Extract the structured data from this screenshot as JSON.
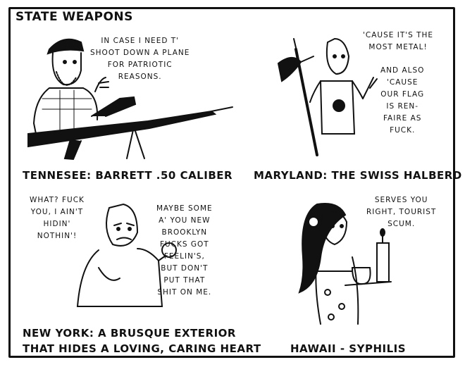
{
  "comic": {
    "title": "STATE WEAPONS",
    "panels": [
      {
        "caption": "TENNESEE: BARRETT .50 CALIBER",
        "speech": "IN CASE I NEED T'\nSHOOT DOWN A PLANE\nFOR PATRIOTIC\nREASONS."
      },
      {
        "caption": "MARYLAND: THE SWISS HALBERD",
        "speech_1": "'CAUSE IT'S THE\nMOST METAL!",
        "speech_2": "AND ALSO\n'CAUSE\nOUR FLAG\nIS REN-\nFAIRE AS\nFUCK."
      },
      {
        "caption": "NEW YORK: A BRUSQUE EXTERIOR\nTHAT HIDES A LOVING, CARING HEART",
        "speech_1": "WHAT? FUCK\nYOU, I AIN'T\nHIDIN'\nNOTHIN'!",
        "speech_2": "MAYBE SOME\nA' YOU NEW\nBROOKLYN\nFUCKS GOT\nFEELIN'S,\nBUT DON'T\nPUT THAT\nSHIT ON ME."
      },
      {
        "caption": "HAWAII - SYPHILIS",
        "speech": "SERVES YOU\nRIGHT, TOURIST\nSCUM."
      }
    ]
  }
}
